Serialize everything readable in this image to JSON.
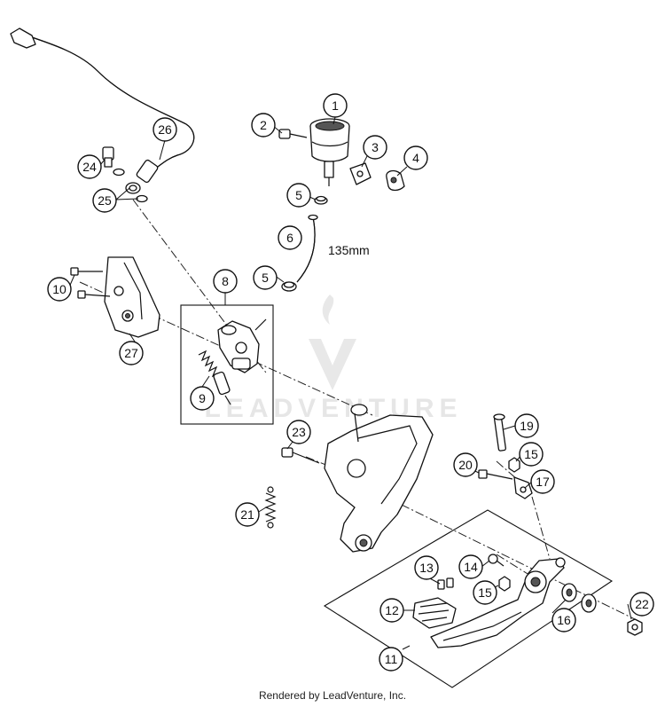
{
  "diagram": {
    "callouts": [
      {
        "id": "c1",
        "label": "1"
      },
      {
        "id": "c2",
        "label": "2"
      },
      {
        "id": "c3",
        "label": "3"
      },
      {
        "id": "c4",
        "label": "4"
      },
      {
        "id": "c5a",
        "label": "5"
      },
      {
        "id": "c6",
        "label": "6"
      },
      {
        "id": "c5b",
        "label": "5"
      },
      {
        "id": "c8",
        "label": "8"
      },
      {
        "id": "c9",
        "label": "9"
      },
      {
        "id": "c10",
        "label": "10"
      },
      {
        "id": "c27",
        "label": "27"
      },
      {
        "id": "c24",
        "label": "24"
      },
      {
        "id": "c25",
        "label": "25"
      },
      {
        "id": "c26",
        "label": "26"
      },
      {
        "id": "c23",
        "label": "23"
      },
      {
        "id": "c21",
        "label": "21"
      },
      {
        "id": "c19",
        "label": "19"
      },
      {
        "id": "c20",
        "label": "20"
      },
      {
        "id": "c15a",
        "label": "15"
      },
      {
        "id": "c17",
        "label": "17"
      },
      {
        "id": "c13",
        "label": "13"
      },
      {
        "id": "c14",
        "label": "14"
      },
      {
        "id": "c15b",
        "label": "15"
      },
      {
        "id": "c12",
        "label": "12"
      },
      {
        "id": "c16",
        "label": "16"
      },
      {
        "id": "c22",
        "label": "22"
      },
      {
        "id": "c11",
        "label": "11"
      }
    ],
    "dimension_label": "135mm",
    "watermark_text": "LEADVENTURE"
  },
  "footer": {
    "text": "Rendered by LeadVenture, Inc."
  }
}
